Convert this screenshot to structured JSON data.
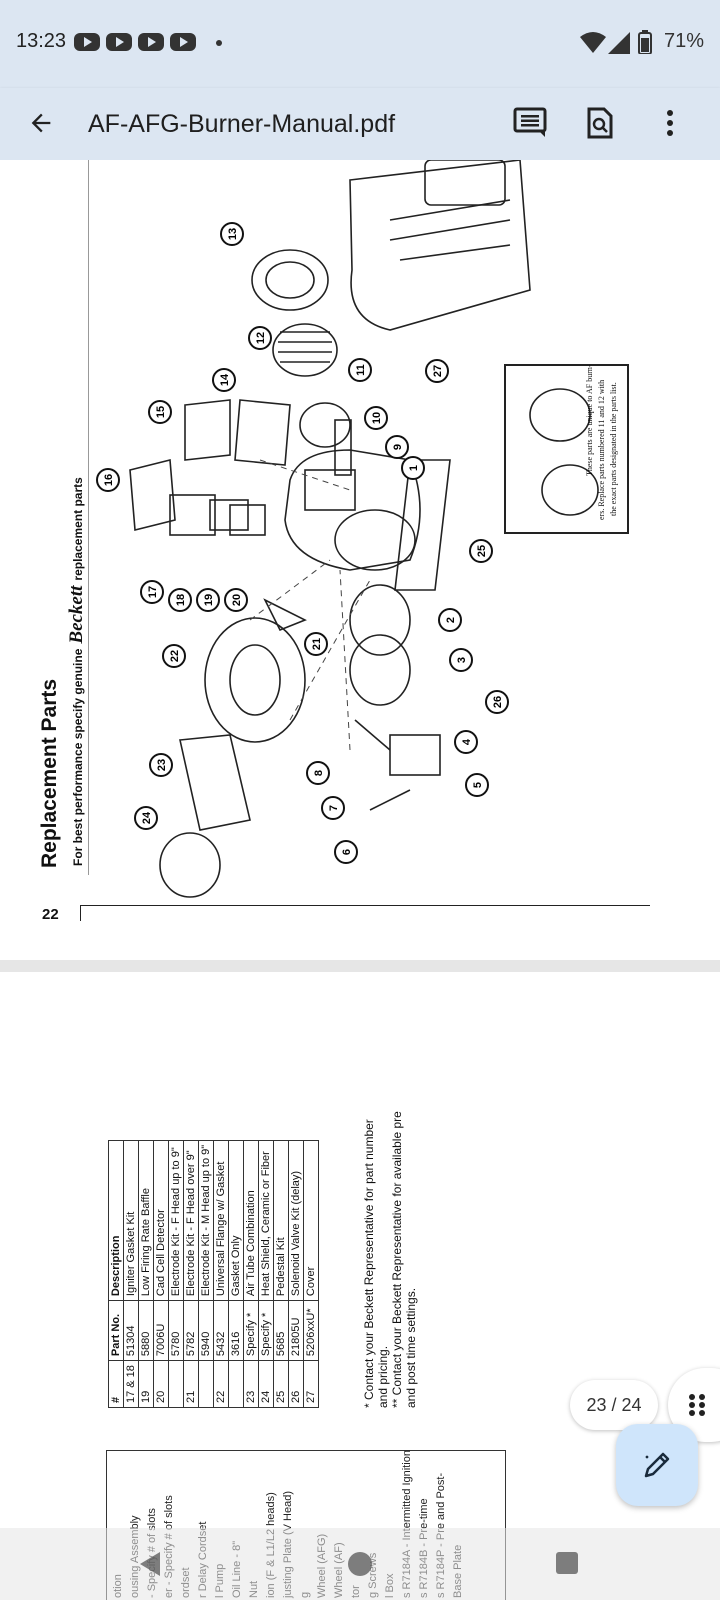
{
  "status_bar": {
    "time": "13:23",
    "battery": "71%",
    "notification_icons": [
      "youtube-icon",
      "youtube-icon",
      "youtube-icon",
      "youtube-icon"
    ]
  },
  "app_bar": {
    "title": "AF-AFG-Burner-Manual.pdf",
    "actions": [
      "comments-icon",
      "search-document-icon",
      "more-options-icon"
    ]
  },
  "pdf_page_22": {
    "heading": "Replacement Parts",
    "subheading_prefix": "For best performance specify genuine",
    "brand": "Beckett",
    "subheading_suffix": "replacement parts",
    "page_number": "22",
    "inset_note_line1": "These parts are unique to AF burn-",
    "inset_note_line2": "ers. Replace parts numbered 11 and 12 with",
    "inset_note_line3": "the exact parts designated in the parts list.",
    "callouts": [
      "1",
      "2",
      "3",
      "4",
      "5",
      "6",
      "7",
      "8",
      "9",
      "10",
      "11",
      "12",
      "13",
      "14",
      "15",
      "16",
      "17",
      "18",
      "19",
      "20",
      "21",
      "22",
      "23",
      "24",
      "25",
      "26",
      "27"
    ]
  },
  "pdf_page_23": {
    "table_headers": [
      "#",
      "Part No.",
      "Description"
    ],
    "table_rows": [
      [
        "17 & 18",
        "51304",
        "Igniter Gasket Kit"
      ],
      [
        "19",
        "5880",
        "Low Firing Rate Baffle"
      ],
      [
        "20",
        "7006U",
        "Cad Cell Detector"
      ],
      [
        "",
        "5780",
        "Electrode Kit - F Head up to 9\""
      ],
      [
        "21",
        "5782",
        "Electrode Kit - F Head over 9\""
      ],
      [
        "",
        "5940",
        "Electrode Kit - M Head up to 9\""
      ],
      [
        "22",
        "5432",
        "Universal Flange w/ Gasket"
      ],
      [
        "",
        "3616",
        "Gasket Only"
      ],
      [
        "23",
        "Specify *",
        "Air Tube Combination"
      ],
      [
        "24",
        "Specify *",
        "Heat Shield, Ceramic or Fiber"
      ],
      [
        "25",
        "5685",
        "Pedestal Kit"
      ],
      [
        "26",
        "21805U",
        "Solenoid Valve Kit (delay)"
      ],
      [
        "27",
        "5206xxU*",
        "Cover"
      ]
    ],
    "footnote1_line1": "* Contact your Beckett Representative for part number",
    "footnote1_line2": "and pricing.",
    "footnote2_line1": "** Contact your Beckett Representative for available pre",
    "footnote2_line2": "and post time settings.",
    "left_table_fragments": [
      "otion",
      "ousing Assembly",
      "- Specify # of slots",
      "er - Specify # of slots",
      "ordset",
      "r Delay Cordset",
      "l Pump",
      "Oil Line - 8\"",
      "Nut",
      "ion (F & L1/L2 heads)",
      "justing Plate (V Head)",
      "g",
      "Wheel (AFG)",
      "Wheel (AF)",
      "tor",
      "g Screws",
      "l Box",
      "s R7184A - Intermitted Ignition",
      "s R7184B - Pre-time",
      "s R7184P - Pre and Post-",
      "Base Plate"
    ],
    "page_indicator": "23 / 24"
  },
  "colors": {
    "app_bar_bg": "#dce6f2",
    "fab_bg": "#cfe5fb",
    "page_bg": "#ffffff",
    "viewer_bg": "#e6e6e6"
  }
}
